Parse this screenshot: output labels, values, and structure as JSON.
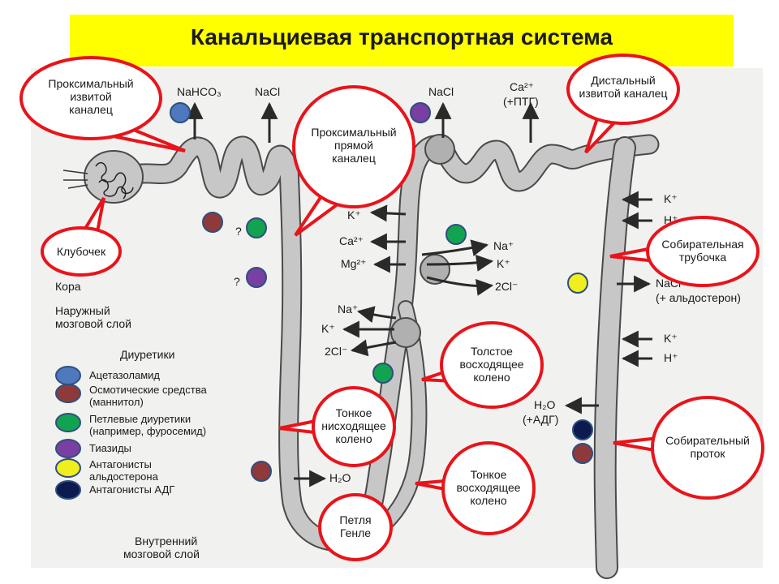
{
  "title": "Канальциевая транспортная система",
  "colors": {
    "title_bg": "#ffff00",
    "callout_border": "#e8141b",
    "tubule_fill": "#c7c7c7",
    "tubule_edge": "#4a4a4a",
    "acetazolamide": "#4f79bd",
    "osmotic": "#8e3a3a",
    "loop": "#12a350",
    "thiazide": "#7a3fa3",
    "aldosterone_antagonist": "#f0ee1c",
    "adh_antagonist": "#0b1a4f"
  },
  "callouts": {
    "proximal_convoluted": "Проксимальный извитой каналец",
    "glomerulus": "Клубочек",
    "proximal_straight": "Проксимальный прямой каналец",
    "distal_convoluted": "Дистальный извитой каналец",
    "collecting_tubule": "Собирательная трубочка",
    "thick_ascending": "Толстое восходящее колено",
    "thin_descending": "Тонкое нисходящее колено",
    "thin_ascending": "Тонкое восходящее колено",
    "henle_loop": "Петля Генле",
    "collecting_duct": "Собирательный проток"
  },
  "zones": {
    "cortex": "Кора",
    "outer_medulla": "Наружный мозговой слой",
    "inner_medulla": "Внутренний мозговой слой"
  },
  "ions": {
    "nahco3": "NaHCO₃",
    "nacl_proximal": "NaCl",
    "nacl_distal": "NaCl",
    "ca_ptg": "Ca²⁺",
    "ptg": "(+ПТГ)",
    "k_thick": "K⁺",
    "ca_thick": "Ca²⁺",
    "mg_thick": "Mg²⁺",
    "na_upper": "Na⁺",
    "k_upper": "K⁺",
    "cl_upper": "2Cl⁻",
    "na_lower": "Na⁺",
    "k_lower": "K⁺",
    "cl_lower": "2Cl⁻",
    "k_collect_1": "K⁺",
    "h_collect_1": "H⁺",
    "nacl_collect": "NaCl",
    "aldosterone": "(+ альдостерон)",
    "k_collect_2": "K⁺",
    "h_collect_2": "H⁺",
    "h2o_adh": "H₂O",
    "adh": "(+АДГ)",
    "h2o_descending": "H₂O",
    "question_1": "?",
    "question_2": "?"
  },
  "legend": {
    "title": "Диуретики",
    "items": [
      {
        "label": "Ацетазоламид",
        "color": "#4f79bd"
      },
      {
        "label": "Осмотические средства (маннитол)",
        "color": "#8e3a3a"
      },
      {
        "label": "Петлевые диуретики (например, фуросемид)",
        "color": "#12a350"
      },
      {
        "label": "Тиазиды",
        "color": "#7a3fa3"
      },
      {
        "label": "Антагонисты альдостерона",
        "color": "#f0ee1c"
      },
      {
        "label": "Антагонисты АДГ",
        "color": "#0b1a4f"
      }
    ]
  }
}
